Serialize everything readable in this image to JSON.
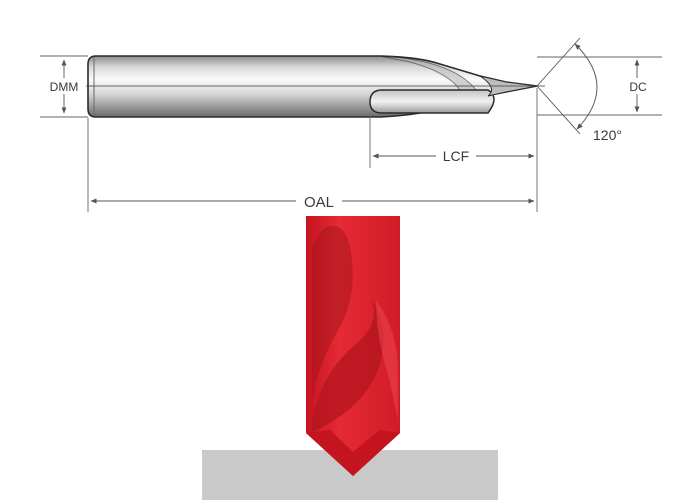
{
  "labels": {
    "shank_diameter": "DMM",
    "cutting_diameter": "DC",
    "point_angle": "120°",
    "length_of_cut": "LCF",
    "overall_length": "OAL"
  },
  "colors": {
    "tool_steel_light": "#f4f4f4",
    "tool_steel_dark": "#6e6e6e",
    "tool_outline": "#2b2b2b",
    "dimension_line": "#555555",
    "drill_red": "#d91f2a",
    "drill_red_light": "#e8323c",
    "drill_red_dark": "#a8151e",
    "workpiece": "#c9c9c9"
  },
  "icons": {
    "technical_drawing": "spot-drill-icon",
    "illustration": "drill-bit-icon"
  }
}
